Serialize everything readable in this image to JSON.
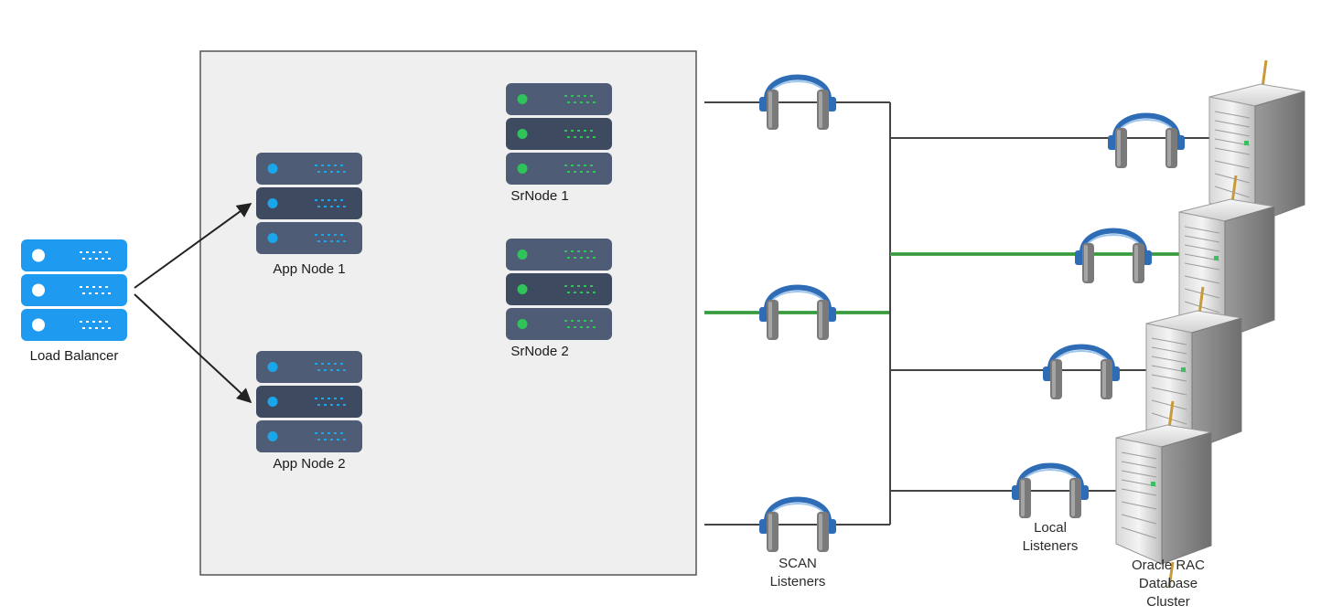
{
  "load_balancer": {
    "label": "Load Balancer"
  },
  "app_nodes": [
    {
      "label": "App Node 1"
    },
    {
      "label": "App Node 2"
    }
  ],
  "sr_nodes": [
    {
      "label": "SrNode 1"
    },
    {
      "label": "SrNode 2"
    }
  ],
  "scan_listeners": {
    "label_line1": "SCAN",
    "label_line2": "Listeners"
  },
  "local_listeners": {
    "label_line1": "Local",
    "label_line2": "Listeners"
  },
  "rac_cluster": {
    "label_line1": "Oracle RAC",
    "label_line2": "Database",
    "label_line3": "Cluster"
  },
  "colors": {
    "load_balancer": "#1e9bf0",
    "server_rack": "#4e5c75",
    "server_rack_dark": "#3d4a60",
    "led_blue": "#1aa6e8",
    "led_green": "#2fc35a",
    "panel_bg": "#efefef",
    "green_link": "#4caf50",
    "headphone_blue": "#2e6db5"
  }
}
